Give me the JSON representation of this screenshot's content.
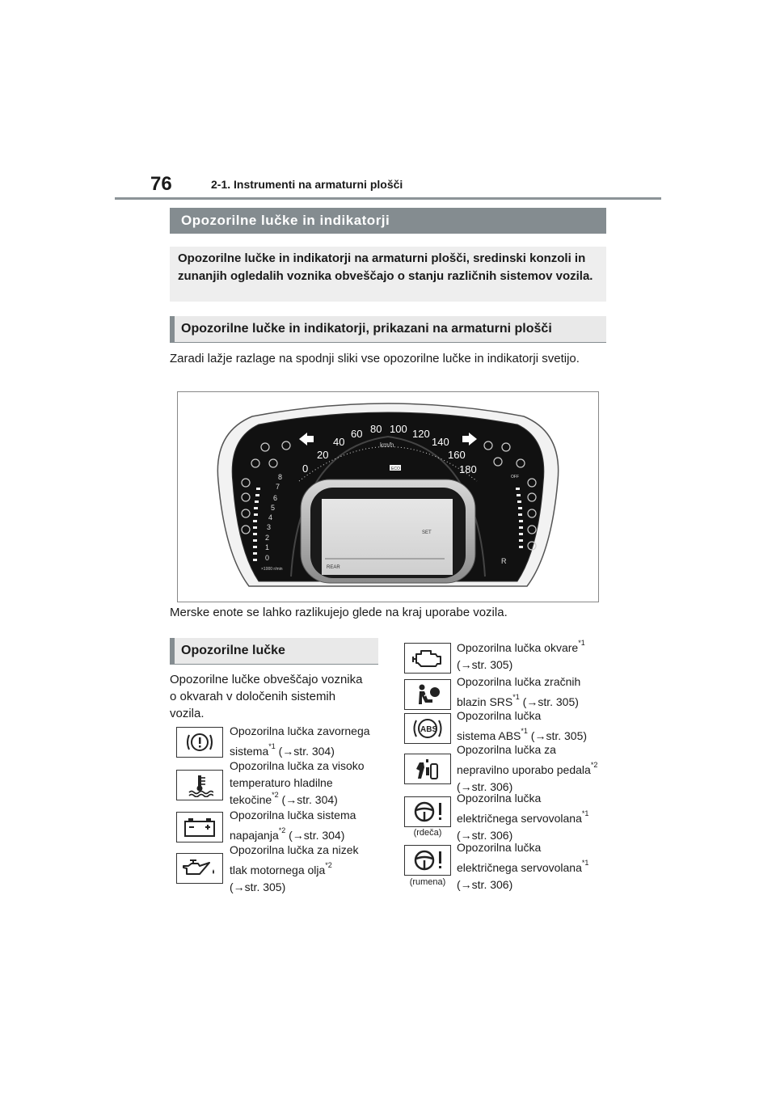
{
  "header": {
    "page_number": "76",
    "chapter": "2-1. Instrumenti na armaturni plošči"
  },
  "section": {
    "title": "Opozorilne lučke in indikatorji",
    "intro": "Opozorilne lučke in indikatorji na armaturni plošči, sredinski konzoli in zunanjih ogledalih voznika obveščajo o stanju različnih sistemov vozila."
  },
  "subsection1": {
    "title": "Opozorilne lučke in indikatorji, prikazani na armaturni plošči",
    "text": "Zaradi lažje razlage na spodnji sliki vse opozorilne lučke in indikatorji svetijo.",
    "note": "Merske enote se lahko razlikujejo glede na kraj uporabe vozila."
  },
  "cluster": {
    "speed_ticks": [
      "0",
      "20",
      "40",
      "60",
      "80",
      "100",
      "120",
      "140",
      "160",
      "180"
    ],
    "unit": "km/h",
    "rpm_ticks": [
      "0",
      "1",
      "2",
      "3",
      "4",
      "5",
      "6",
      "7",
      "8"
    ],
    "rpm_unit": "×1000 r/min",
    "display_set": "SET",
    "display_rear": "REAR",
    "eco": "ECO",
    "pos_off": "OFF",
    "gear_r": "R"
  },
  "subsection2": {
    "title": "Opozorilne lučke",
    "text": "Opozorilne lučke obveščajo voznika o okvarah v določenih sistemih vozila."
  },
  "left_items": [
    {
      "icon": "brake-warning-icon",
      "l1": "Opozorilna lučka zavornega",
      "l2": "sistema",
      "sup": "*1",
      "ref": " (→str. 304)"
    },
    {
      "icon": "coolant-temperature-icon",
      "l1": "Opozorilna lučka za visoko",
      "l2": "temperaturo hladilne",
      "l3": "tekočine",
      "sup": "*2",
      "ref": " (→str. 304)"
    },
    {
      "icon": "battery-icon",
      "l1": "Opozorilna lučka sistema",
      "l2": "napajanja",
      "sup": "*2",
      "ref": " (→str. 304)"
    },
    {
      "icon": "oil-pressure-icon",
      "l1": "Opozorilna lučka za nizek",
      "l2": "tlak motornega olja",
      "sup": "*2",
      "ref": "(→str. 305)"
    }
  ],
  "right_items": [
    {
      "icon": "check-engine-icon",
      "l1": "Opozorilna lučka okvare",
      "sup": "*1",
      "ref": "(→str. 305)"
    },
    {
      "icon": "airbag-icon",
      "l1": "Opozorilna lučka zračnih",
      "l2": "blazin SRS",
      "sup": "*1",
      "ref": " (→str. 305)"
    },
    {
      "icon": "abs-icon",
      "l1": "Opozorilna lučka",
      "l2": "sistema ABS",
      "sup": "*1",
      "ref": " (→str. 305)"
    },
    {
      "icon": "pedal-misuse-icon",
      "l1": "Opozorilna lučka za",
      "l2": "nepravilno uporabo pedala",
      "sup": "*2",
      "ref": "(→str. 306)"
    },
    {
      "icon": "power-steering-red-icon",
      "color": "(rdeča)",
      "l1": "Opozorilna lučka",
      "l2": "električnega servovolana",
      "sup": "*1",
      "ref": "(→str. 306)"
    },
    {
      "icon": "power-steering-amber-icon",
      "color": "(rumena)",
      "l1": "Opozorilna lučka",
      "l2": "električnega servovolana",
      "sup": "*1",
      "ref": "(→str. 306)"
    }
  ]
}
